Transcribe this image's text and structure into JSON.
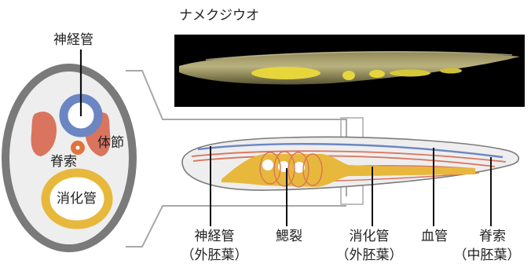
{
  "title": "ナメクジウオ",
  "cross_section": {
    "neural_tube": "神経管",
    "muscle_segment": "体節",
    "notochord": "脊索",
    "gut": "消化管"
  },
  "side_labels": [
    {
      "name": "神経管",
      "layer": "（外胚葉）"
    },
    {
      "name": "鰓裂",
      "layer": ""
    },
    {
      "name": "消化管",
      "layer": "（外胚葉）"
    },
    {
      "name": "血管",
      "layer": ""
    },
    {
      "name": "脊索",
      "layer": "（中胚葉）"
    }
  ],
  "colors": {
    "neural": "#6b86c3",
    "muscle": "#d9745e",
    "notochord": "#e0733e",
    "gut": "#e8b83c",
    "body_outline": "#7a7a7a",
    "vessel": "#d9745e"
  }
}
